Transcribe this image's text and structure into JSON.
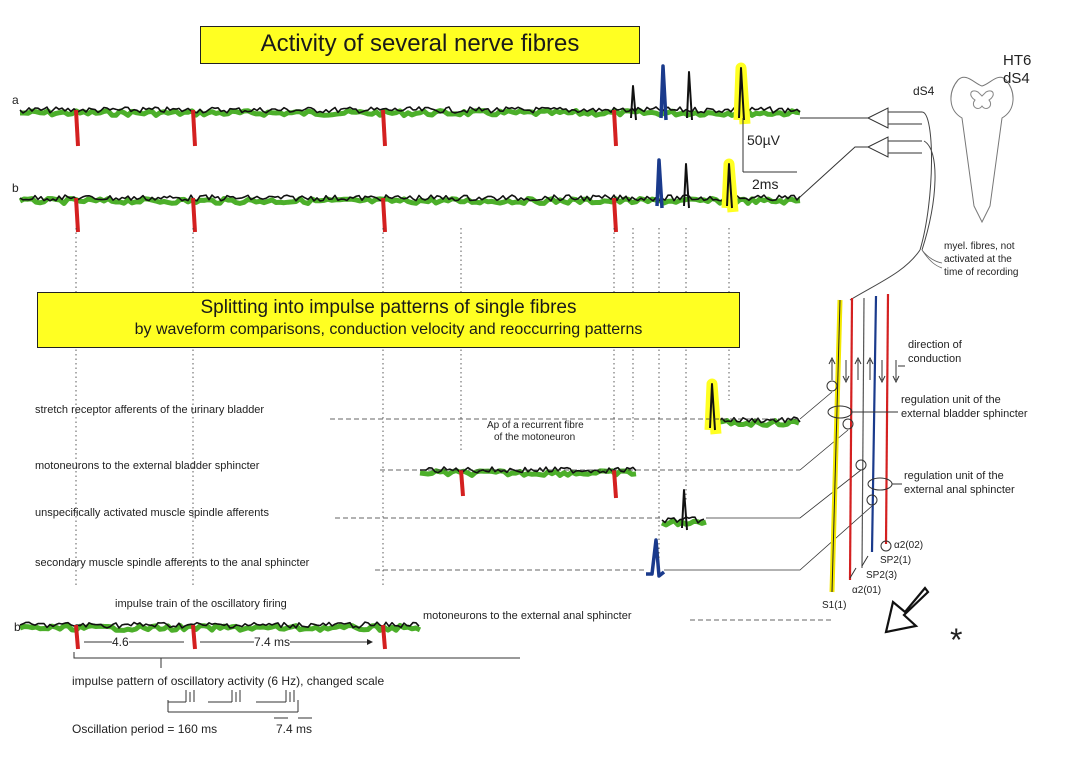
{
  "title": "Activity of several nerve fibres",
  "trace_labels": {
    "a": "a",
    "b1": "b",
    "b2": "b"
  },
  "scale": {
    "voltage": "50µV",
    "time": "2ms"
  },
  "specimen": {
    "line1": "HT6",
    "line2": "dS4",
    "root": "dS4"
  },
  "fibres_note": [
    "myel. fibres, not",
    "activated at the",
    "time of recording"
  ],
  "splitting_box": {
    "line1": "Splitting into impulse patterns of single fibres",
    "line2": "by waveform comparisons, conduction velocity and reoccurring patterns"
  },
  "direction": [
    "direction of",
    "conduction"
  ],
  "units": {
    "bladder": [
      "regulation unit of the",
      "external bladder sphincter"
    ],
    "anal": [
      "regulation unit of the",
      "external anal sphincter"
    ]
  },
  "rows": [
    "stretch receptor afferents of the urinary bladder",
    "motoneurons to the external bladder sphincter",
    "unspecifically activated muscle spindle afferents",
    "secondary muscle spindle afferents to the anal sphincter",
    "motoneurons to the external anal sphincter"
  ],
  "recurrent": [
    "Ap of a recurrent fibre",
    "of the motoneuron"
  ],
  "impulse_train": "impulse train of the oscillatory firing",
  "intervals": {
    "first": "4.6",
    "second": "7.4 ms"
  },
  "pattern_label": "impulse pattern of oscillatory activity (6 Hz), changed scale",
  "oscillation": {
    "text": "Oscillation period = 160 ms",
    "interval": "7.4 ms"
  },
  "fibre_ids": {
    "a2_02": "α2(02)",
    "sp2_1": "SP2(1)",
    "sp2_3": "SP2(3)",
    "a2_01": "α2(01)",
    "s1_1": "S1(1)"
  },
  "asterisk": "*",
  "colors": {
    "yellow": "#ffff22",
    "red": "#d42020",
    "blue": "#1a3a8c",
    "green": "#4caf2a",
    "black": "#111111"
  }
}
